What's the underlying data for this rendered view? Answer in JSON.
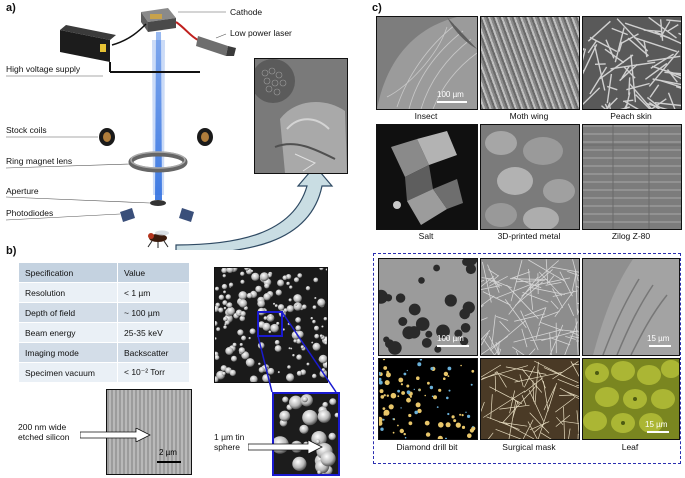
{
  "panel_a": {
    "label": "a)",
    "cathode": "Cathode",
    "laser": "Low power laser",
    "hv_supply": "High voltage supply",
    "stock_coils": "Stock coils",
    "ring_magnet": "Ring magnet lens",
    "aperture": "Aperture",
    "photodiodes": "Photodiodes"
  },
  "panel_b": {
    "label": "b)",
    "table": {
      "headers": [
        "Specification",
        "Value"
      ],
      "rows": [
        [
          "Resolution",
          "< 1 µm"
        ],
        [
          "Depth of field",
          "~ 100 µm"
        ],
        [
          "Beam energy",
          "25-35 keV"
        ],
        [
          "Imaging mode",
          "Backscatter"
        ],
        [
          "Specimen vacuum",
          "< 10⁻² Torr"
        ]
      ]
    },
    "silicon_label_line1": "200 nm wide",
    "silicon_label_line2": "etched silicon",
    "silicon_scale": "2 µm",
    "tin_label_line1": "1 µm tin",
    "tin_label_line2": "sphere"
  },
  "panel_c": {
    "label": "c)",
    "captions": {
      "insect": "Insect",
      "moth": "Moth wing",
      "peach": "Peach skin",
      "salt": "Salt",
      "metal": "3D-printed metal",
      "zilog": "Zilog Z-80",
      "diamond": "Diamond drill bit",
      "mask": "Surgical mask",
      "leaf": "Leaf"
    },
    "scales": {
      "insect": "100 µm",
      "diamond_sem": "100 µm",
      "fibre_sem": "15 µm",
      "leaf": "15 µm"
    },
    "box_color": "#2b2fb0"
  },
  "colors": {
    "beam": "#2f6fe0",
    "arrow_fill": "#c9dde3",
    "arrow_stroke": "#2f4a63",
    "zoom": "#1a1ad0"
  }
}
